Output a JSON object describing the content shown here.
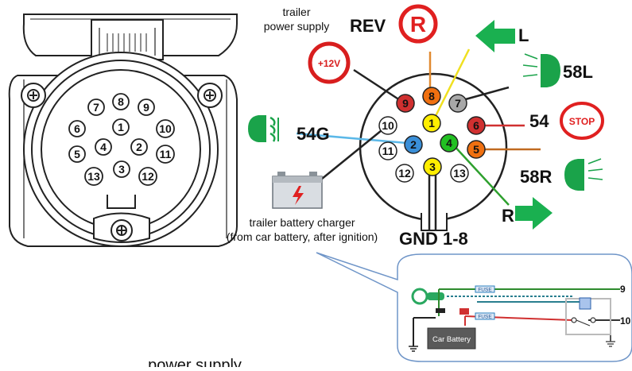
{
  "left_socket": {
    "pins": [
      "1",
      "2",
      "3",
      "4",
      "5",
      "6",
      "7",
      "8",
      "9",
      "10",
      "11",
      "12",
      "13"
    ]
  },
  "right_socket": {
    "pins": [
      {
        "num": "1",
        "color": "#ffee00"
      },
      {
        "num": "2",
        "color": "#3a8fd8"
      },
      {
        "num": "3",
        "color": "#ffee00"
      },
      {
        "num": "4",
        "color": "#22c022"
      },
      {
        "num": "5",
        "color": "#f07010"
      },
      {
        "num": "6",
        "color": "#d03030"
      },
      {
        "num": "7",
        "color": "#a8a8a8"
      },
      {
        "num": "8",
        "color": "#f07010"
      },
      {
        "num": "9",
        "color": "#d03030"
      },
      {
        "num": "10",
        "color": "#ffffff"
      },
      {
        "num": "11",
        "color": "#ffffff"
      },
      {
        "num": "12",
        "color": "#ffffff"
      },
      {
        "num": "13",
        "color": "#ffffff"
      }
    ]
  },
  "labels": {
    "trailer_power_line1": "trailer",
    "trailer_power_line2": "power supply",
    "rev": "REV",
    "rev_symbol": "R",
    "left_turn": "L",
    "plus12v": "+12V",
    "fog": "58L",
    "stop_num": "54",
    "stop_symbol": "STOP",
    "fog_left": "54G",
    "tail_right": "58R",
    "right_turn": "R",
    "ground": "GND",
    "ground_range": "1-8",
    "charger_line1": "trailer battery charger",
    "charger_line2": "(from car battery, after ignition)",
    "bottom_cut": "power supply"
  },
  "inset": {
    "fuse1": "FUSE",
    "fuse2": "FUSE",
    "pin9": "9",
    "pin10": "10",
    "battery": "Car Battery"
  },
  "colors": {
    "wire_green": "#2e8b2e",
    "wire_red": "#d03030",
    "wire_teal": "#2a7f8f",
    "lamp_green": "#1aa34a",
    "stop_red": "#e02020",
    "callout_blue": "#6f95c8"
  },
  "icons": [
    "reverse-sign-icon",
    "left-arrow-icon",
    "plus-12v-icon",
    "lamp-icon",
    "stop-sign-icon",
    "fog-lamp-icon",
    "battery-icon",
    "right-arrow-icon",
    "key-icon",
    "screw-icon"
  ]
}
